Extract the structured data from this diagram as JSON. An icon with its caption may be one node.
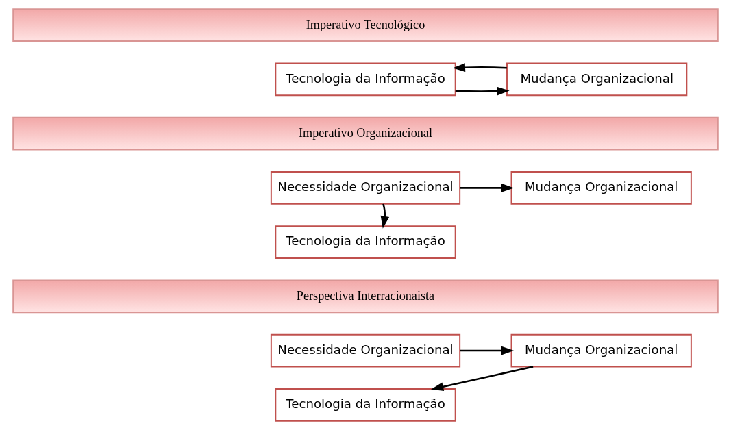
{
  "diagram": {
    "nodes": [
      {
        "text": [
          "Imperativo Tecnológico"
        ]
      },
      {
        "text": [
          "Tecnologia da Informação"
        ]
      },
      {
        "text": [
          "Mudança Organizacional"
        ]
      },
      {
        "text": [
          "Imperativo Organizacional"
        ]
      },
      {
        "text": [
          "Necessidade Organizacional"
        ]
      },
      {
        "text": [
          "Mudança Organizacional"
        ]
      },
      {
        "text": [
          "Tecnologia da Informação"
        ]
      },
      {
        "text": [
          "Perspectiva Interracionaista"
        ]
      },
      {
        "text": [
          "Necessidade Organizacional"
        ]
      },
      {
        "text": [
          "Tecnologia da Informação"
        ]
      },
      {
        "text": [
          "Mudança Organizacional"
        ]
      }
    ],
    "edges": [
      {
        "from": 1,
        "to": 2,
        "arrow": "to"
      },
      {
        "from": 2,
        "to": 1,
        "arrow": "to"
      },
      {
        "from": 4,
        "to": 5,
        "arrow": "to"
      },
      {
        "from": 4,
        "to": 6,
        "arrow": "to"
      },
      {
        "from": 8,
        "to": 10,
        "arrow": "to"
      },
      {
        "from": 10,
        "to": 9,
        "arrow": "to"
      }
    ]
  }
}
